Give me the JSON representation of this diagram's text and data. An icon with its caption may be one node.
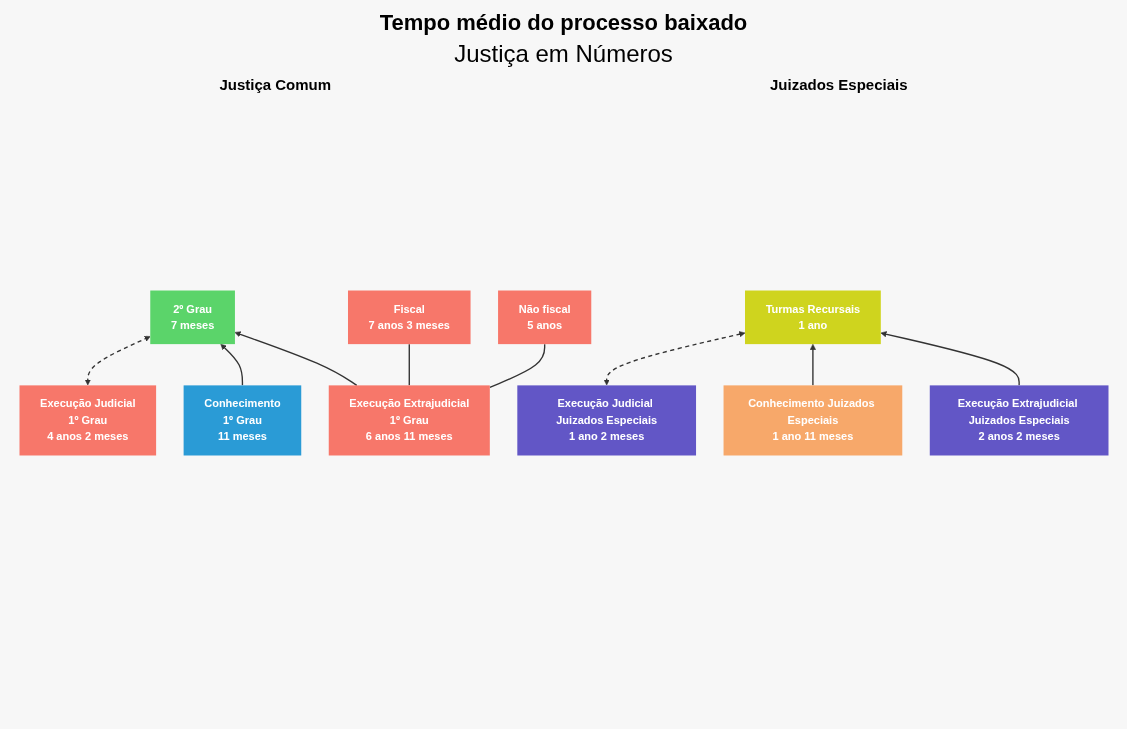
{
  "diagram": {
    "title": "Tempo médio do processo baixado",
    "nodes": [
      {
        "text": [
          "2º Grau",
          "7 meses"
        ]
      },
      {
        "text": [
          "Execução Judicial",
          "1º Grau",
          "4 anos 2 meses"
        ]
      },
      {
        "text": [
          "Conhecimento",
          "1º Grau",
          "11 meses"
        ]
      },
      {
        "text": [
          "Execução Extrajudicial",
          "1º Grau",
          "6 anos 11 meses"
        ]
      },
      {
        "text": [
          "Fiscal",
          "7 anos 3 meses"
        ]
      },
      {
        "text": [
          "Não fiscal",
          "5 anos"
        ]
      },
      {
        "text": [
          "Turmas Recursais",
          "1 ano"
        ]
      },
      {
        "text": [
          "Execução Judicial Juizados Especiais",
          "1 ano 2 meses"
        ]
      },
      {
        "text": [
          "Conhecimento Juizados Especiais",
          "1 ano 11 meses"
        ]
      },
      {
        "text": [
          "Execução Extrajudicial Juizados Especiais",
          "2 anos 2 meses"
        ]
      }
    ],
    "edges": [
      {
        "from": 1,
        "to": 0,
        "arrow": "both",
        "style": "dashed"
      },
      {
        "from": 2,
        "to": 0,
        "arrow": "to"
      },
      {
        "from": 3,
        "to": 0,
        "arrow": "to"
      },
      {
        "from": 3,
        "to": 4,
        "arrow": "none"
      },
      {
        "from": 3,
        "to": 5,
        "arrow": "none"
      },
      {
        "from": 7,
        "to": 6,
        "arrow": "both",
        "style": "dashed"
      },
      {
        "from": 8,
        "to": 6,
        "arrow": "to"
      },
      {
        "from": 9,
        "to": 6,
        "arrow": "to"
      }
    ],
    "labels": [
      "Justiça em Números",
      "Justiça Comum",
      "Juizados Especiais"
    ]
  }
}
